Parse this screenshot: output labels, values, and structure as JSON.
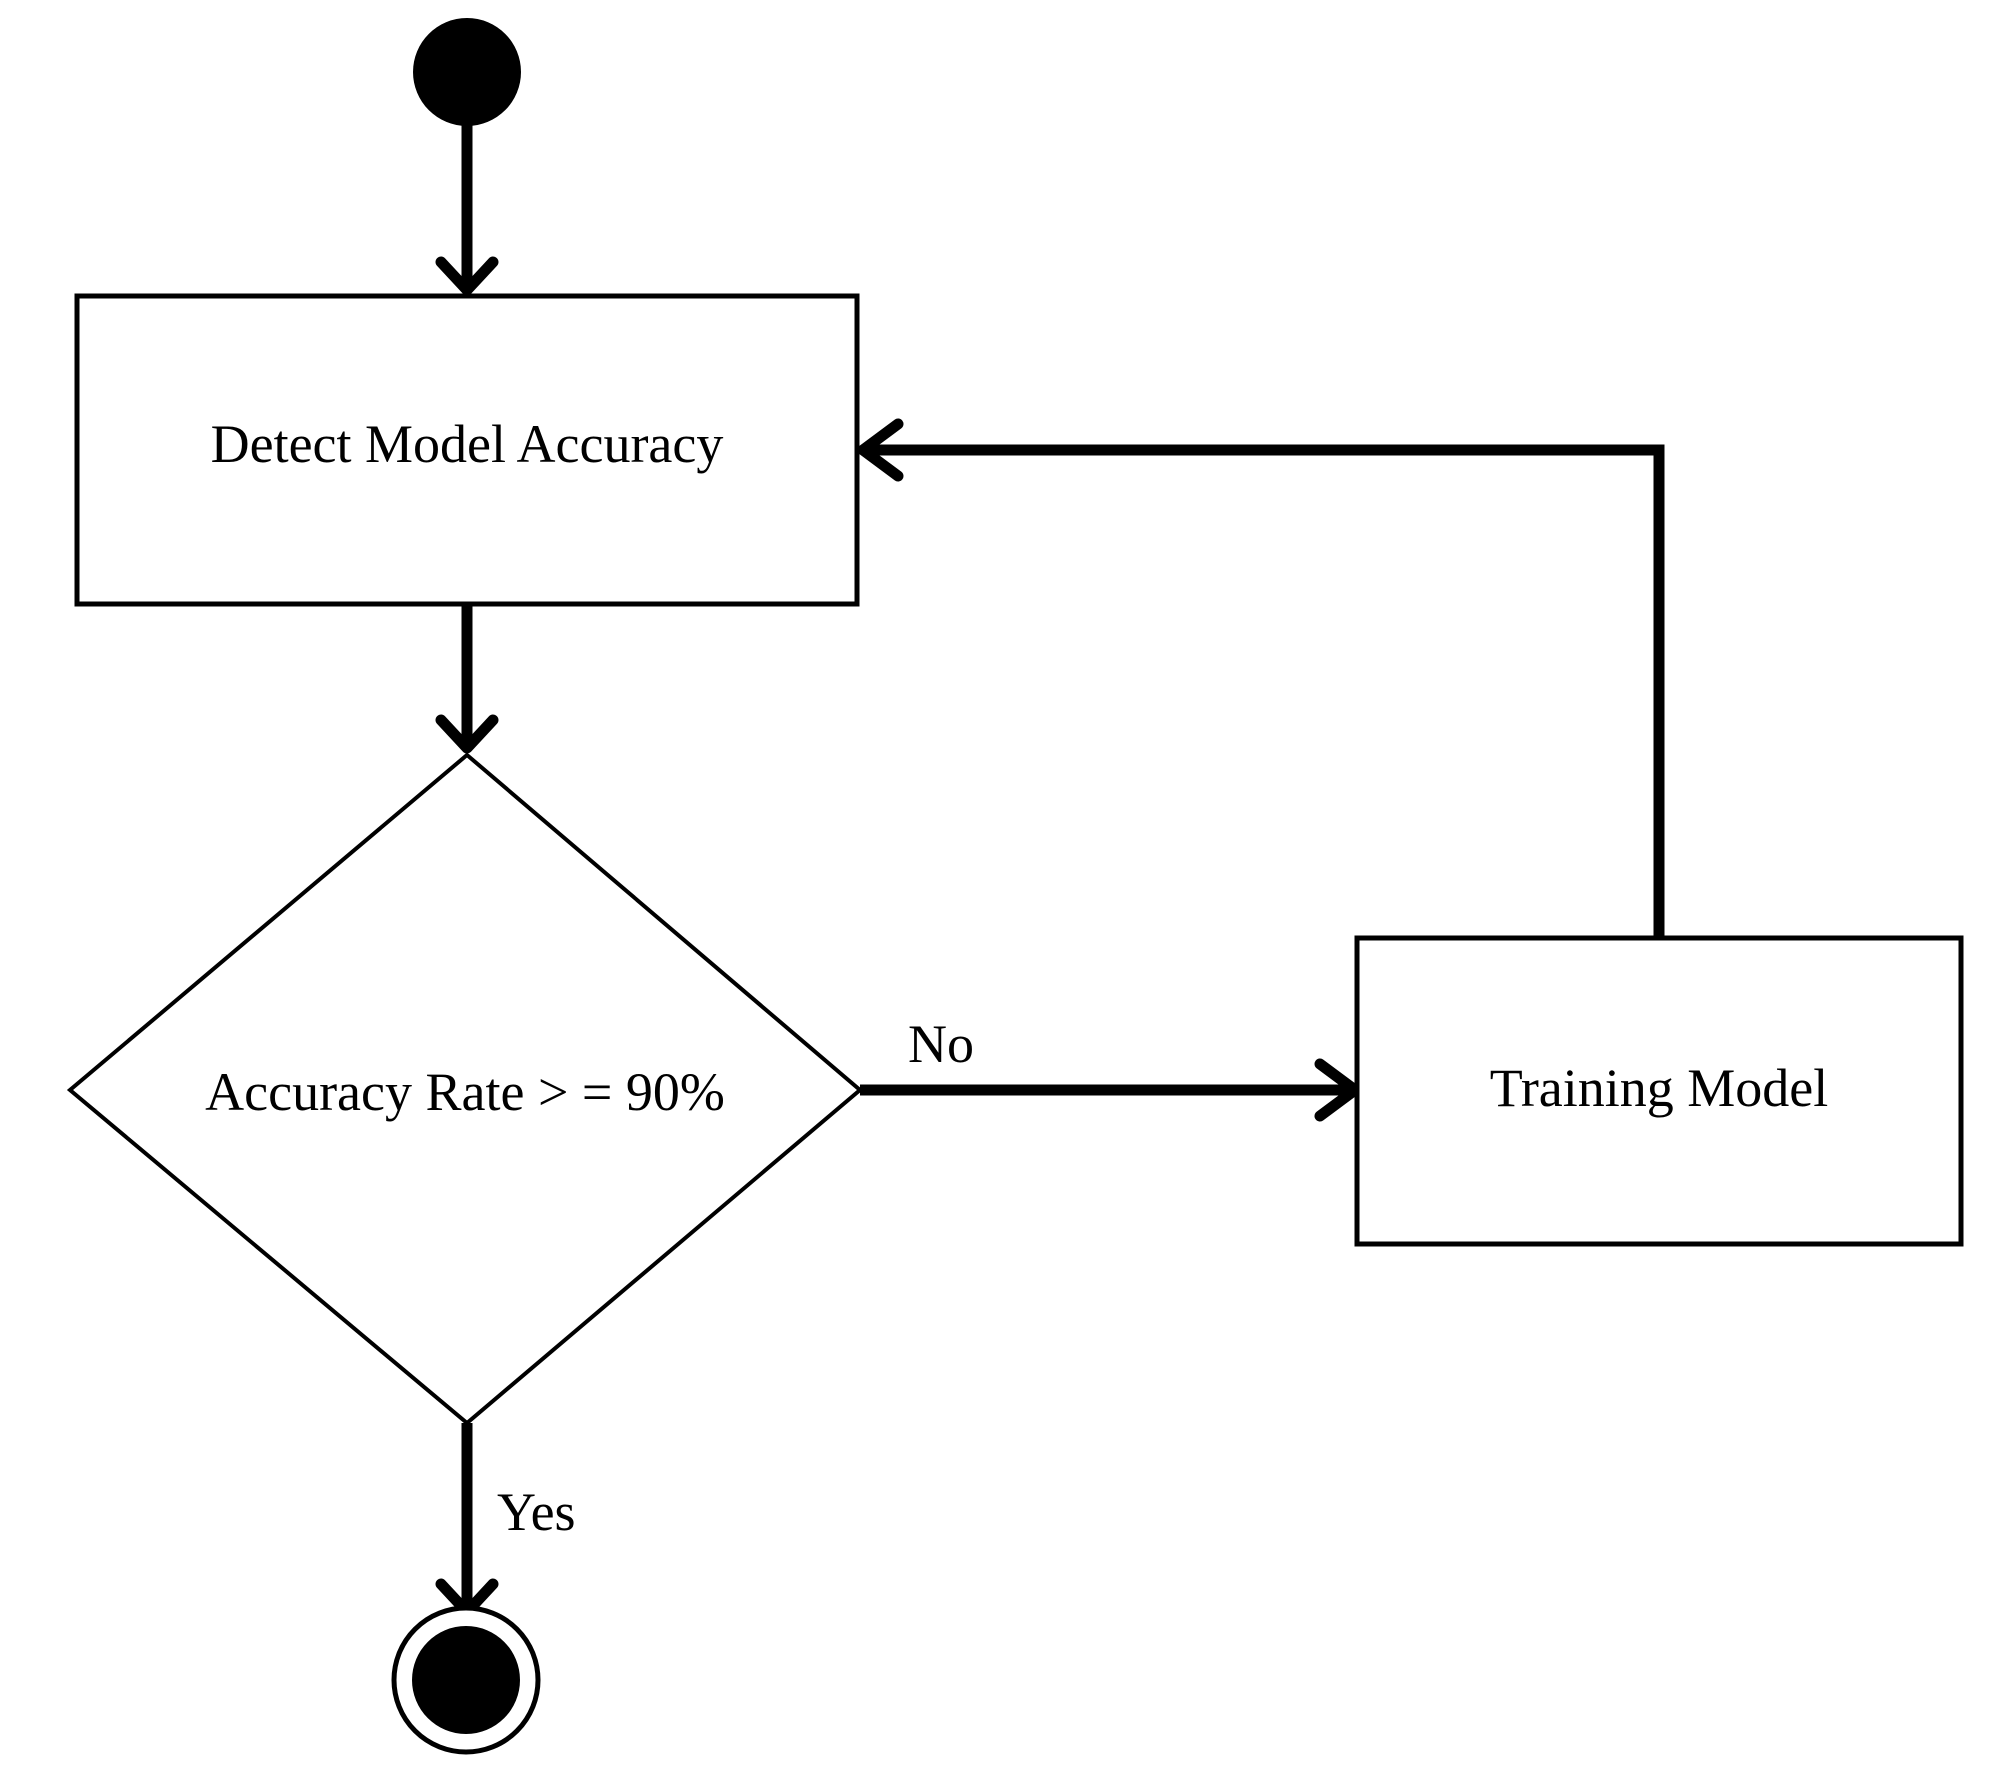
{
  "diagram": {
    "type": "uml-activity",
    "nodes": {
      "start": {
        "kind": "initial"
      },
      "detect": {
        "kind": "action",
        "label": "Detect Model Accuracy"
      },
      "decision": {
        "kind": "decision",
        "label": "Accuracy Rate > = 90%"
      },
      "training": {
        "kind": "action",
        "label": "Training Model"
      },
      "end": {
        "kind": "final"
      }
    },
    "edges": [
      {
        "from": "start",
        "to": "detect",
        "label": ""
      },
      {
        "from": "detect",
        "to": "decision",
        "label": ""
      },
      {
        "from": "decision",
        "to": "training",
        "label": "No"
      },
      {
        "from": "training",
        "to": "detect",
        "label": ""
      },
      {
        "from": "decision",
        "to": "end",
        "label": "Yes"
      }
    ],
    "labels": {
      "no": "No",
      "yes": "Yes"
    },
    "colors": {
      "stroke": "#000000",
      "fill": "#ffffff",
      "node_fill": "#000000"
    }
  }
}
